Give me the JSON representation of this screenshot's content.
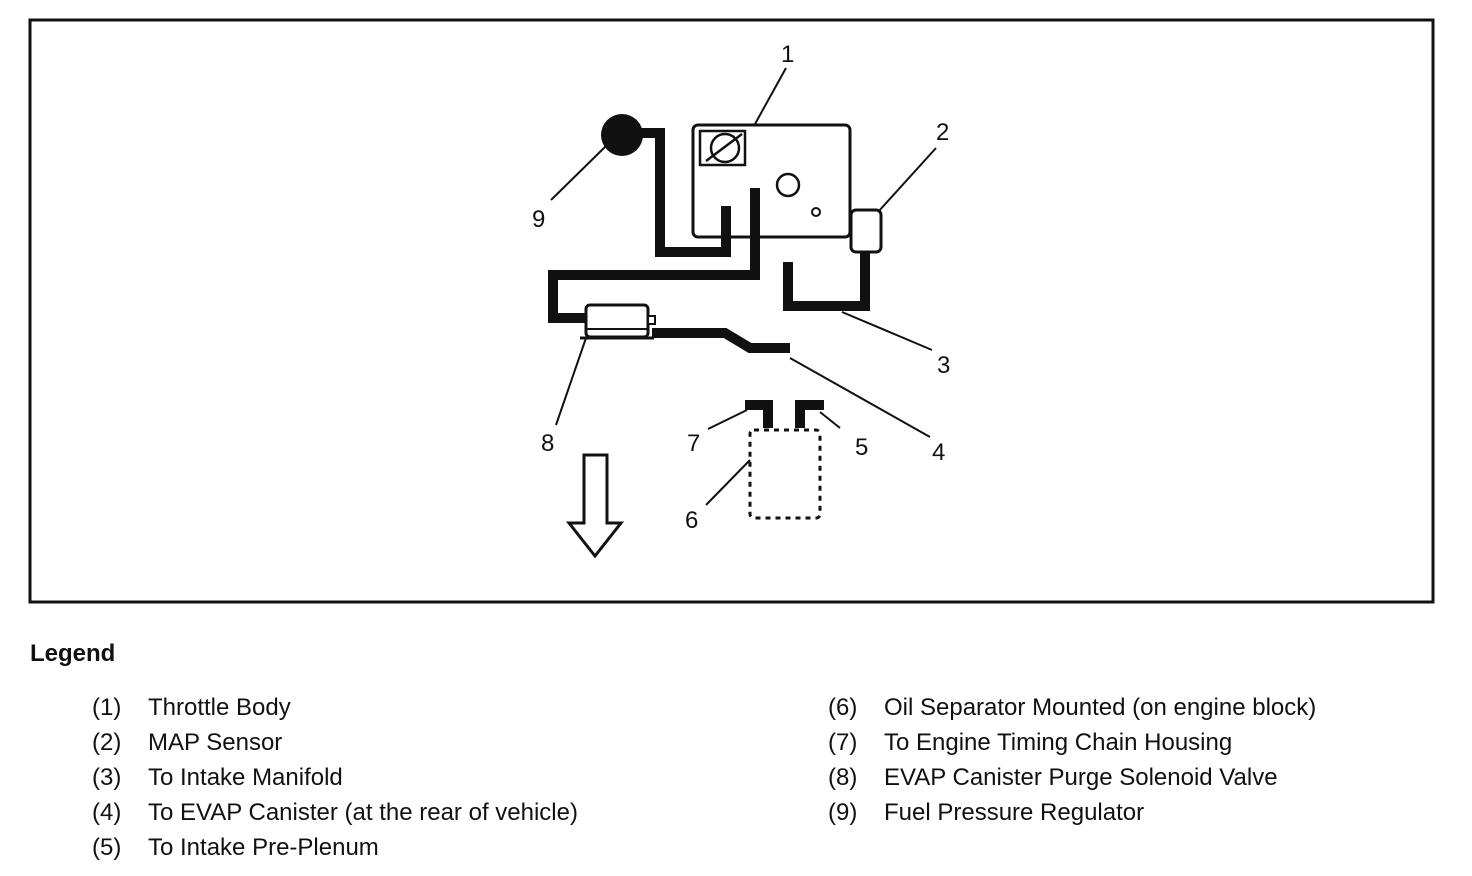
{
  "callouts": {
    "c1": "1",
    "c2": "2",
    "c3": "3",
    "c4": "4",
    "c5": "5",
    "c6": "6",
    "c7": "7",
    "c8": "8",
    "c9": "9"
  },
  "legend": {
    "title": "Legend",
    "items": [
      {
        "num": "(1)",
        "label": "Throttle Body"
      },
      {
        "num": "(2)",
        "label": "MAP Sensor"
      },
      {
        "num": "(3)",
        "label": "To Intake Manifold"
      },
      {
        "num": "(4)",
        "label": "To EVAP Canister (at the rear of vehicle)"
      },
      {
        "num": "(5)",
        "label": "To Intake Pre-Plenum"
      },
      {
        "num": "(6)",
        "label": "Oil Separator Mounted (on engine block)"
      },
      {
        "num": "(7)",
        "label": "To Engine Timing Chain Housing"
      },
      {
        "num": "(8)",
        "label": "EVAP Canister Purge Solenoid Valve"
      },
      {
        "num": "(9)",
        "label": "Fuel Pressure Regulator"
      }
    ]
  },
  "colors": {
    "ink": "#111111",
    "background": "#ffffff"
  }
}
